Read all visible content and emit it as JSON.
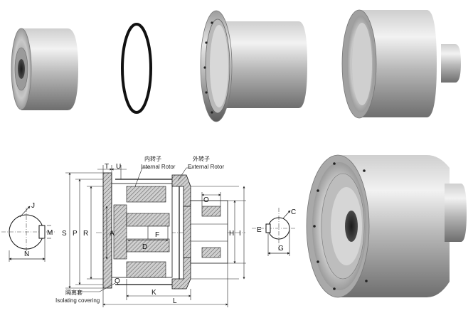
{
  "annotations": {
    "internal_rotor_cn": "内转子",
    "internal_rotor_en": "Internal Rotor",
    "external_rotor_cn": "外转子",
    "external_rotor_en": "External Rotor",
    "isolating_cn": "隔离套",
    "isolating_en": "Isolating covering"
  },
  "dimensions": {
    "T": "T",
    "U": "U",
    "O": "O",
    "S": "S",
    "P": "P",
    "R": "R",
    "A": "A",
    "F": "F",
    "D": "D",
    "Q": "Q",
    "K": "K",
    "L": "L",
    "H": "H",
    "I": "I"
  },
  "shaft_left": {
    "J": "J",
    "M": "M",
    "N": "N"
  },
  "shaft_right": {
    "C": "C",
    "E": "E",
    "G": "G"
  },
  "colors": {
    "metal_light": "#e6e6e6",
    "metal_mid": "#a9a9a9",
    "metal_dark": "#5c5c5c",
    "ring": "#111111",
    "section": "#9a9a9a"
  }
}
